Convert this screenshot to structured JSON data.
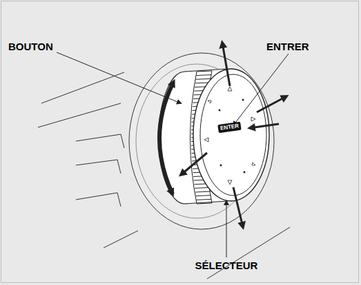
{
  "diagram": {
    "labels": [
      "BOUTON",
      "ENTRER",
      "SÉLECTEUR",
      "ENTER"
    ]
  }
}
